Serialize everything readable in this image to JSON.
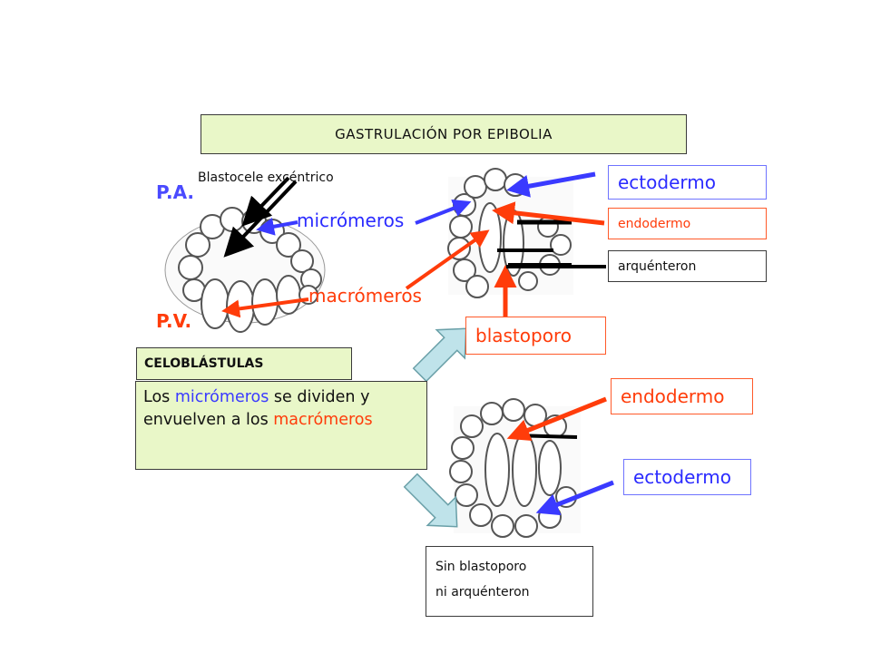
{
  "title": "GASTRULACIÓN POR EPIBOLIA",
  "labels": {
    "pa": "P.A.",
    "pv": "P.V.",
    "blastocele": "Blastocele excéntrico",
    "micromeros": "micrómeros",
    "macromeros": "macrómeros",
    "ectodermo_top": "ectodermo",
    "endodermo_top": "endodermo",
    "arquenteron": "arquénteron",
    "blastoporo": "blastoporo",
    "endodermo_bottom": "endodermo",
    "ectodermo_bottom": "ectodermo"
  },
  "celoblastulas": "CELOBLÁSTULAS",
  "description": {
    "part1": "Los ",
    "micromeros": "micrómeros",
    "part2": " se dividen y envuelven  a los ",
    "macromeros": "macrómeros"
  },
  "sin_box": {
    "line1": "Sin blastoporo",
    "line2": "ni arquénteron"
  },
  "colors": {
    "blue": "#2b2bff",
    "red": "#ff3c0a",
    "green_box": "#e9f7c8",
    "arrow_fill": "#bfe3ea"
  }
}
